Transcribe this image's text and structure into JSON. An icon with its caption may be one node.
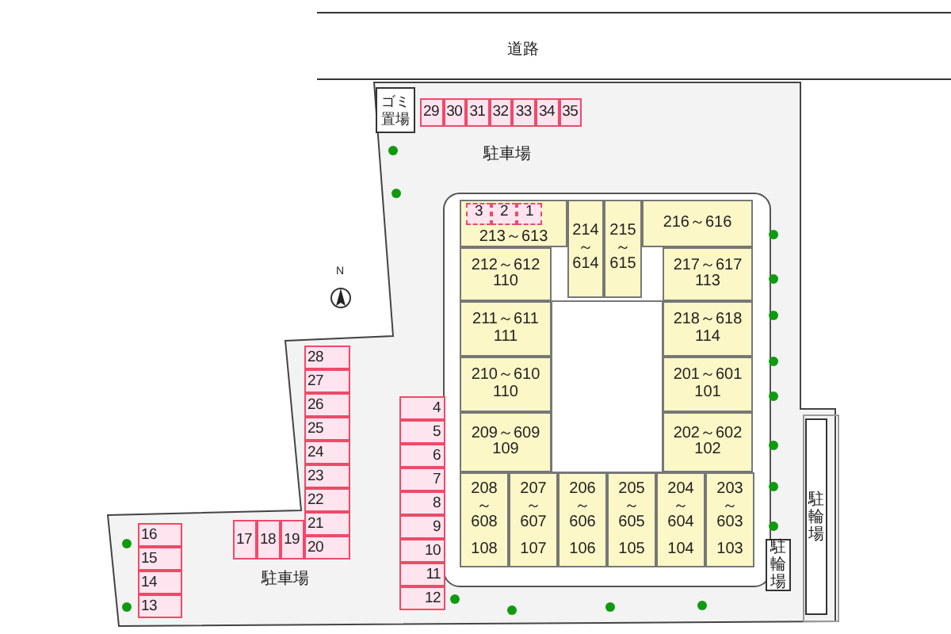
{
  "diagram": {
    "nodes": [
      {
        "text": [
          "ゴミ置場"
        ]
      },
      {
        "text": [
          "29"
        ]
      },
      {
        "text": [
          "30"
        ]
      },
      {
        "text": [
          "31"
        ]
      },
      {
        "text": [
          "32"
        ]
      },
      {
        "text": [
          "33"
        ]
      },
      {
        "text": [
          "34"
        ]
      },
      {
        "text": [
          "35"
        ]
      },
      {
        "text": [
          "213～613"
        ]
      },
      {
        "text": [
          "3"
        ],
        "in": 8
      },
      {
        "text": [
          "2"
        ],
        "in": 8
      },
      {
        "text": [
          "1"
        ],
        "in": 8
      },
      {
        "text": [
          "214 ～ 614"
        ]
      },
      {
        "text": [
          "215 ～ 615"
        ]
      },
      {
        "text": [
          "216～616"
        ]
      },
      {
        "text": [
          "212～612",
          "110"
        ]
      },
      {
        "text": [
          "217～617",
          "113"
        ]
      },
      {
        "text": [
          "211～611",
          "111"
        ]
      },
      {
        "text": [
          "218～618",
          "114"
        ]
      },
      {
        "text": [
          "28"
        ]
      },
      {
        "text": [
          "210～610",
          "110"
        ]
      },
      {
        "text": [
          "201～601",
          "101"
        ]
      },
      {
        "text": [
          "27"
        ]
      },
      {
        "text": [
          "26"
        ]
      },
      {
        "text": [
          "25"
        ]
      },
      {
        "text": [
          "4"
        ]
      },
      {
        "text": [
          "209～609",
          "109"
        ]
      },
      {
        "text": [
          "202～602",
          "102"
        ]
      },
      {
        "text": [
          "24"
        ]
      },
      {
        "text": [
          "23"
        ]
      },
      {
        "text": [
          "22"
        ]
      },
      {
        "text": [
          "21"
        ]
      },
      {
        "text": [
          "20"
        ]
      },
      {
        "text": [
          "5"
        ]
      },
      {
        "text": [
          "6"
        ]
      },
      {
        "text": [
          "7"
        ]
      },
      {
        "text": [
          "8"
        ]
      },
      {
        "text": [
          "9"
        ]
      },
      {
        "text": [
          "10"
        ]
      },
      {
        "text": [
          "11"
        ]
      },
      {
        "text": [
          "12"
        ]
      },
      {
        "text": [
          "駐輪場"
        ]
      },
      {
        "text": [
          "208 ～ 608",
          "108"
        ]
      },
      {
        "text": [
          "207 ～ 607",
          "107"
        ]
      },
      {
        "text": [
          "206 ～ 606",
          "106"
        ]
      },
      {
        "text": [
          "205 ～ 605",
          "105"
        ]
      },
      {
        "text": [
          "204 ～ 604",
          "104"
        ]
      },
      {
        "text": [
          "203 ～ 603",
          "103"
        ]
      },
      {
        "text": [
          "駐輪場"
        ]
      },
      {
        "text": [
          "17"
        ]
      },
      {
        "text": [
          "18"
        ]
      },
      {
        "text": [
          "19"
        ]
      },
      {
        "text": [
          "16"
        ]
      },
      {
        "text": [
          "15"
        ]
      },
      {
        "text": [
          "14"
        ]
      },
      {
        "text": [
          "13"
        ]
      }
    ],
    "labels": [
      "道路",
      "駐車場",
      "N",
      "駐車場"
    ]
  }
}
